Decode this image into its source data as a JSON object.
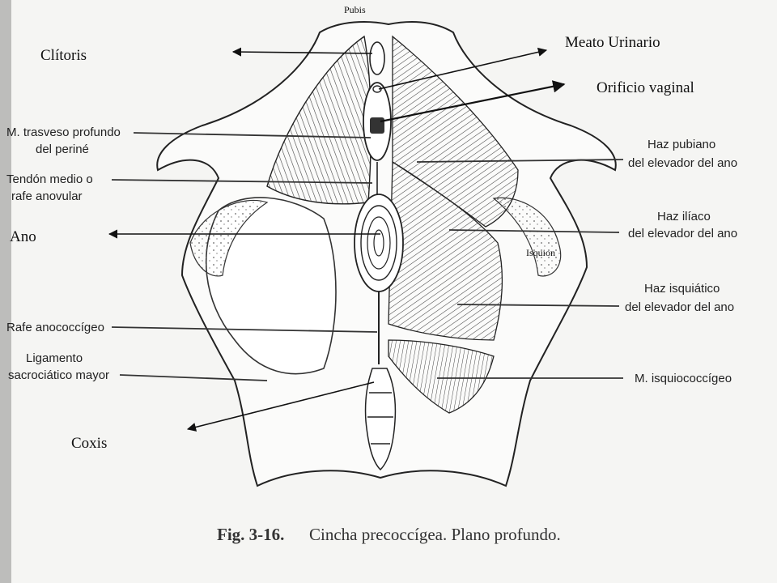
{
  "diagram": {
    "labels": {
      "pubis": "Pubis",
      "meato": "Meato Urinario",
      "clitoris": "Clítoris",
      "orificio": "Orificio vaginal",
      "trasverso_1": "M. trasveso profundo",
      "trasverso_2": "del periné",
      "tendon_1": "Tendón medio o",
      "tendon_2": "rafe anovular",
      "ano": "Ano",
      "rafe": "Rafe anococcígeo",
      "ligamento_1": "Ligamento",
      "ligamento_2": "sacrociático mayor",
      "coxis": "Coxis",
      "pubiano_1": "Haz pubiano",
      "pubiano_2": "del elevador del ano",
      "iliaco_1": "Haz ilíaco",
      "iliaco_2": "del elevador del ano",
      "isquion": "Isquion",
      "isquiatico_1": "Haz isquiático",
      "isquiatico_2": "del elevador del ano",
      "isquiococcigeo": "M. isquiococcígeo"
    },
    "caption": {
      "figure": "Fig. 3-16.",
      "text": "Cincha precoccígea. Plano profundo."
    },
    "colors": {
      "ink": "#222222",
      "paper": "#f5f5f3"
    }
  }
}
